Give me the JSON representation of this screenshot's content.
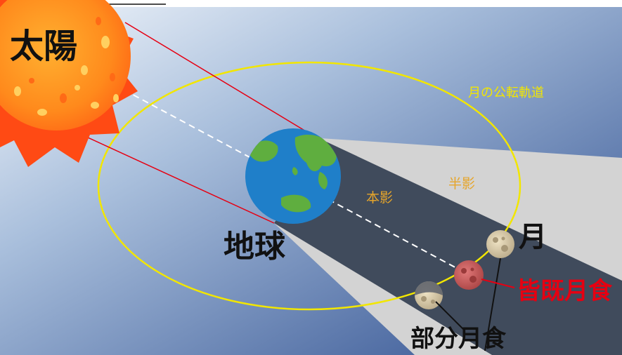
{
  "labels": {
    "sun": "太陽",
    "earth": "地球",
    "moon": "月",
    "orbit": "月の公転軌道",
    "umbra": "本影",
    "penumbra": "半影",
    "total_eclipse": "皆既月食",
    "partial_eclipse": "部分月食"
  },
  "colors": {
    "background_light": "#f2f6fb",
    "background_dark": "#2f4f8f",
    "penumbra": "#d3d3d3",
    "umbra": "#3f4a5a",
    "orbit": "#f2e600",
    "sun_rays": "#e60012",
    "center_line": "#ffffff",
    "total_eclipse_text": "#e60012",
    "earth_ocean": "#1f7fc9",
    "earth_land": "#5fae3f",
    "sun_core": "#ff8a1c",
    "sun_corona": "#ff4a14",
    "moon_normal": "#d8c9a6",
    "moon_eclipsed": "#c85a5a"
  }
}
